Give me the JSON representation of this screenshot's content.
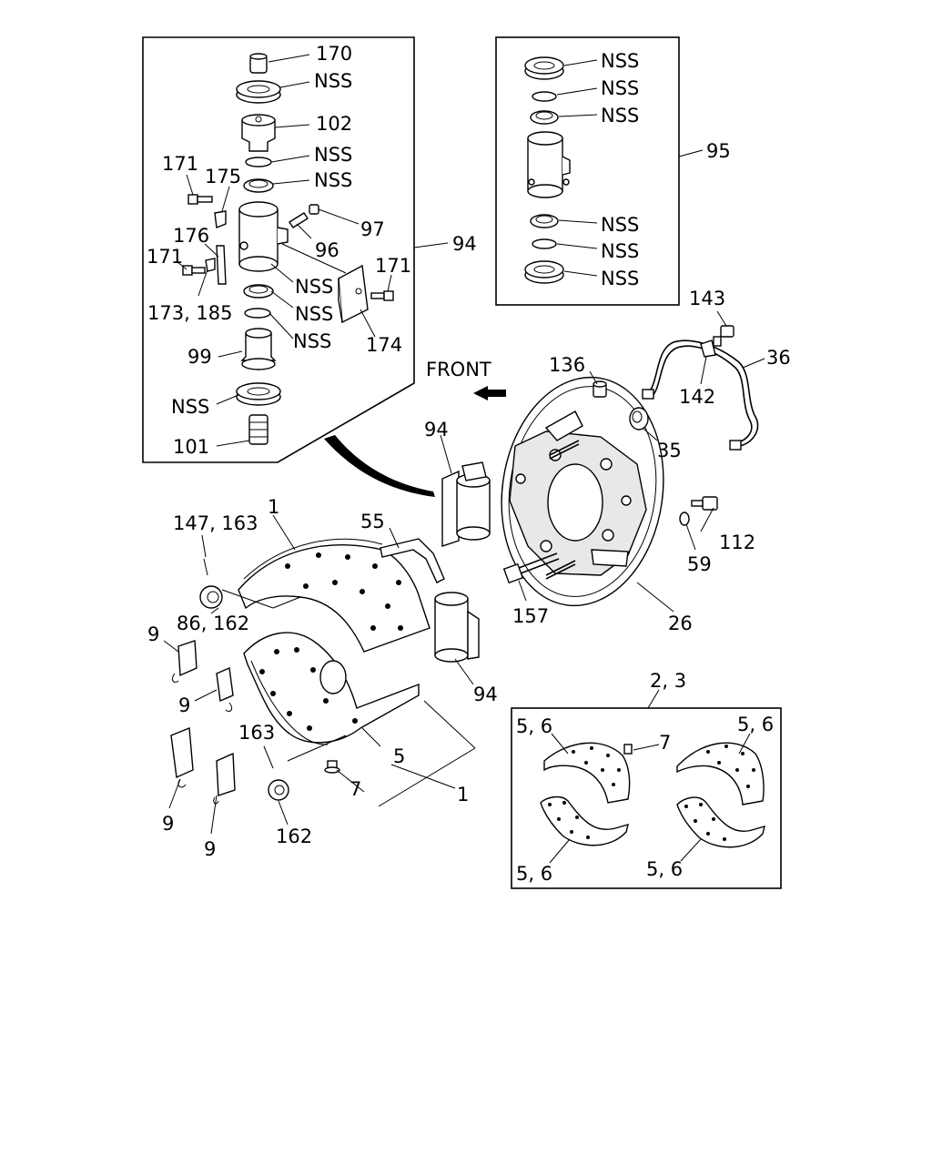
{
  "front_label": "FRONT",
  "labels": {
    "l170": "170",
    "l_nss_a1": "NSS",
    "l102": "102",
    "l_nss_a2": "NSS",
    "l_nss_a3": "NSS",
    "l171a": "171",
    "l175": "175",
    "l97": "97",
    "l176": "176",
    "l96": "96",
    "l94a": "94",
    "l171b": "171",
    "l171c": "171",
    "l_nss_a4": "NSS",
    "l173_185": "173, 185",
    "l_nss_a5": "NSS",
    "l_nss_a6": "NSS",
    "l174": "174",
    "l99": "99",
    "l_nss_a7": "NSS",
    "l101": "101",
    "l_nss_b1": "NSS",
    "l_nss_b2": "NSS",
    "l_nss_b3": "NSS",
    "l95": "95",
    "l_nss_b4": "NSS",
    "l_nss_b5": "NSS",
    "l_nss_b6": "NSS",
    "l143": "143",
    "l36": "36",
    "l136": "136",
    "l142": "142",
    "l35": "35",
    "l94b": "94",
    "l112": "112",
    "l59": "59",
    "l157": "157",
    "l26": "26",
    "l1a": "1",
    "l147_163": "147, 163",
    "l55": "55",
    "l86_162": "86, 162",
    "l9a": "9",
    "l9b": "9",
    "l94c": "94",
    "l163": "163",
    "l5": "5",
    "l7a": "7",
    "l1b": "1",
    "l9c": "9",
    "l9d": "9",
    "l162": "162",
    "l2_3": "2, 3",
    "l56a": "5, 6",
    "l7b": "7",
    "l56b": "5, 6",
    "l56c": "5, 6",
    "l56d": "5, 6"
  }
}
